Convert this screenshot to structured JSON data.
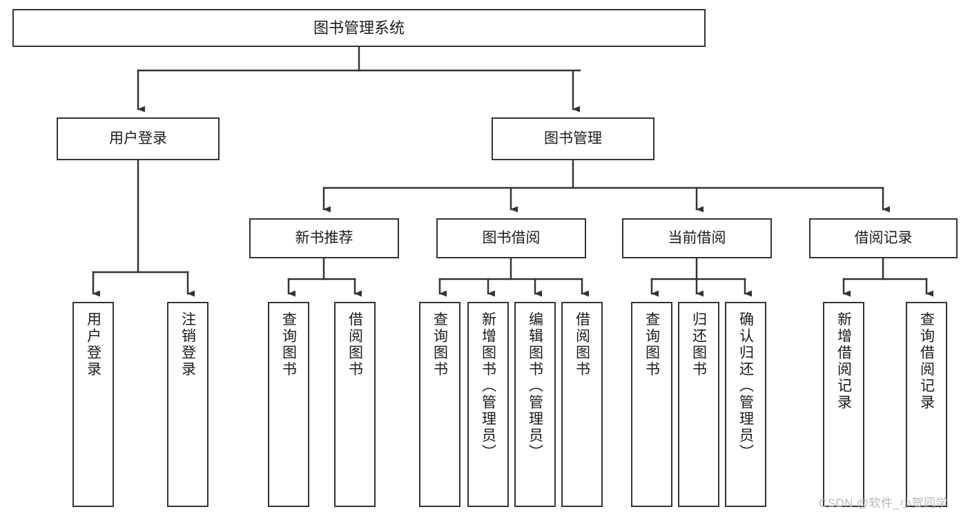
{
  "diagram": {
    "type": "functional-decomposition-tree",
    "title": "图书管理系统",
    "colors": {
      "box_border": "#333333",
      "box_fill": "#ffffff",
      "connector": "#333333",
      "text": "#1b1b1b",
      "watermark": "#b9b9b9"
    },
    "nodes": {
      "root": {
        "label": "图书管理系统"
      },
      "level2": [
        {
          "label": "用户登录"
        },
        {
          "label": "图书管理"
        }
      ],
      "level3": [
        {
          "label": "新书推荐"
        },
        {
          "label": "图书借阅"
        },
        {
          "label": "当前借阅"
        },
        {
          "label": "借阅记录"
        }
      ],
      "leaves": {
        "user_login": [
          {
            "label": "用户登录"
          },
          {
            "label": "注销登录"
          }
        ],
        "new_book_recommend": [
          {
            "label": "查询图书"
          },
          {
            "label": "借阅图书"
          }
        ],
        "book_borrow": [
          {
            "label": "查询图书"
          },
          {
            "label": "新增图书（管理员）"
          },
          {
            "label": "编辑图书（管理员）"
          },
          {
            "label": "借阅图书"
          }
        ],
        "current_borrow": [
          {
            "label": "查询图书"
          },
          {
            "label": "归还图书"
          },
          {
            "label": "确认归还（管理员）"
          }
        ],
        "borrow_record": [
          {
            "label": "新增借阅记录"
          },
          {
            "label": "查询借阅记录"
          }
        ]
      }
    },
    "watermark": "CSDN @软件_小贺同学"
  }
}
